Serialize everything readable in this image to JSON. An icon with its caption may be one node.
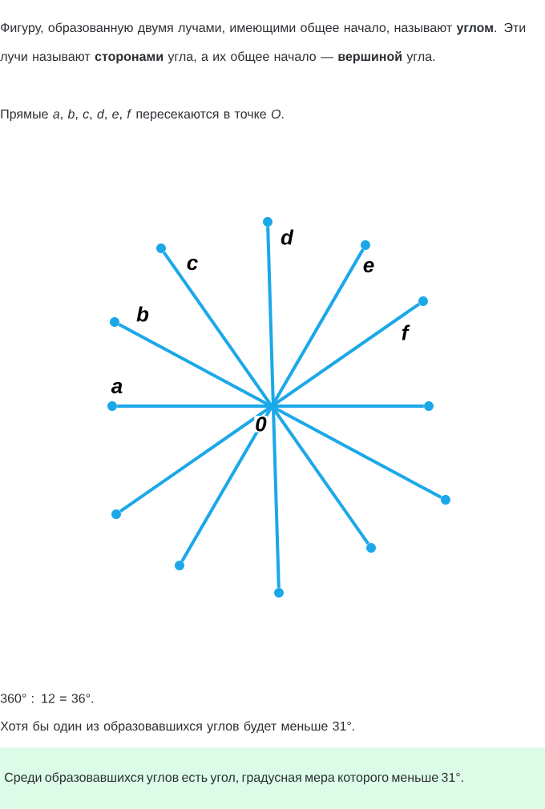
{
  "diagram": {
    "nodes": [
      {
        "text": [],
        "shape": "circle"
      },
      {
        "text": [],
        "shape": "circle"
      },
      {
        "text": [],
        "shape": "circle"
      },
      {
        "text": [],
        "shape": "circle"
      },
      {
        "text": [],
        "shape": "circle"
      },
      {
        "text": [],
        "shape": "circle"
      },
      {
        "text": [],
        "shape": "circle"
      },
      {
        "text": [],
        "shape": "circle"
      },
      {
        "text": [],
        "shape": "circle"
      },
      {
        "text": [],
        "shape": "circle"
      },
      {
        "text": [],
        "shape": "circle"
      },
      {
        "text": [],
        "shape": "circle"
      },
      {
        "text": [
          "Среди образовавшихся углов есть угол, градусная мера которого меньше 31°."
        ]
      }
    ],
    "edges": [
      {
        "from": 4,
        "to": 5,
        "arrow": "none",
        "label": "a"
      },
      {
        "from": 3,
        "to": 7,
        "arrow": "none",
        "label": "b"
      },
      {
        "from": 1,
        "to": 9,
        "arrow": "none",
        "label": "c"
      },
      {
        "from": 0,
        "to": 11,
        "arrow": "none",
        "label": "d"
      },
      {
        "from": 2,
        "to": 10,
        "arrow": "none",
        "label": "e"
      },
      {
        "from": 6,
        "to": 8,
        "arrow": "none",
        "label": "f"
      }
    ],
    "labels": [
      "Фигуру, образованную двумя лучами, имеющими общее начало, называют **углом**. Эти лучи называют **сторонами** угла, а их общее начало — **вершиной** угла.",
      "Прямые *a*, *b*, *c*, *d*, *e*, *f* пересекаются в точке *O*.",
      "0",
      "360° : 12 = 36°.",
      "Хотя бы один из образовавшихся углов будет меньше 31°."
    ]
  }
}
